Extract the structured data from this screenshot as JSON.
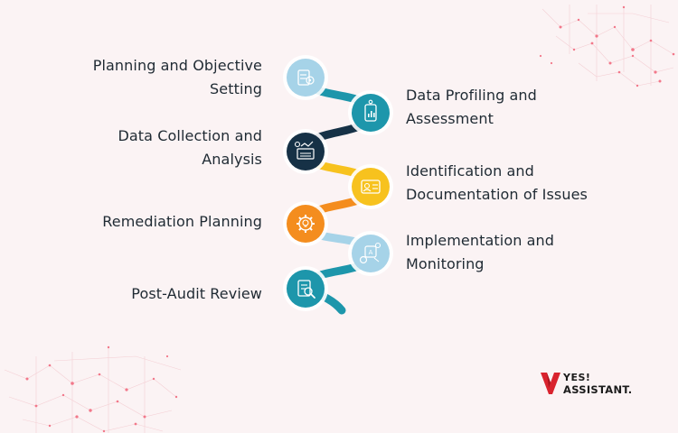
{
  "steps": [
    {
      "label": "Planning and Objective Setting",
      "line1": "Planning and Objective",
      "line2": "Setting",
      "side": "left",
      "color": "#a6d3e8",
      "icon": "planning-clipboard-target-icon"
    },
    {
      "label": "Data Profiling and Assessment",
      "line1": "Data Profiling and",
      "line2": "Assessment",
      "side": "right",
      "color": "#1d96ab",
      "icon": "data-profiling-phone-chart-icon"
    },
    {
      "label": "Data Collection and Analysis",
      "line1": "Data Collection and",
      "line2": "Analysis",
      "side": "left",
      "color": "#163146",
      "icon": "data-collection-analysis-chart-icon"
    },
    {
      "label": "Identification and Documentation of Issues",
      "line1": "Identification and",
      "line2": "Documentation of Issues",
      "side": "right",
      "color": "#f7c21e",
      "icon": "id-card-document-icon"
    },
    {
      "label": "Remediation Planning",
      "line1": "Remediation Planning",
      "line2": "",
      "side": "left",
      "color": "#f48d1e",
      "icon": "gear-bulb-icon"
    },
    {
      "label": "Implementation and Monitoring",
      "line1": "Implementation and",
      "line2": "Monitoring",
      "side": "right",
      "color": "#a6d3e8",
      "icon": "implementation-ai-gear-icon"
    },
    {
      "label": "Post-Audit Review",
      "line1": "Post-Audit Review",
      "line2": "",
      "side": "left",
      "color": "#1d96ab",
      "icon": "review-clipboard-magnifier-icon"
    }
  ],
  "brand": {
    "top": "YES!",
    "bottom": "ASSISTANT.",
    "mark_color": "#d9232e",
    "logo": "yes-assistant-logo"
  }
}
